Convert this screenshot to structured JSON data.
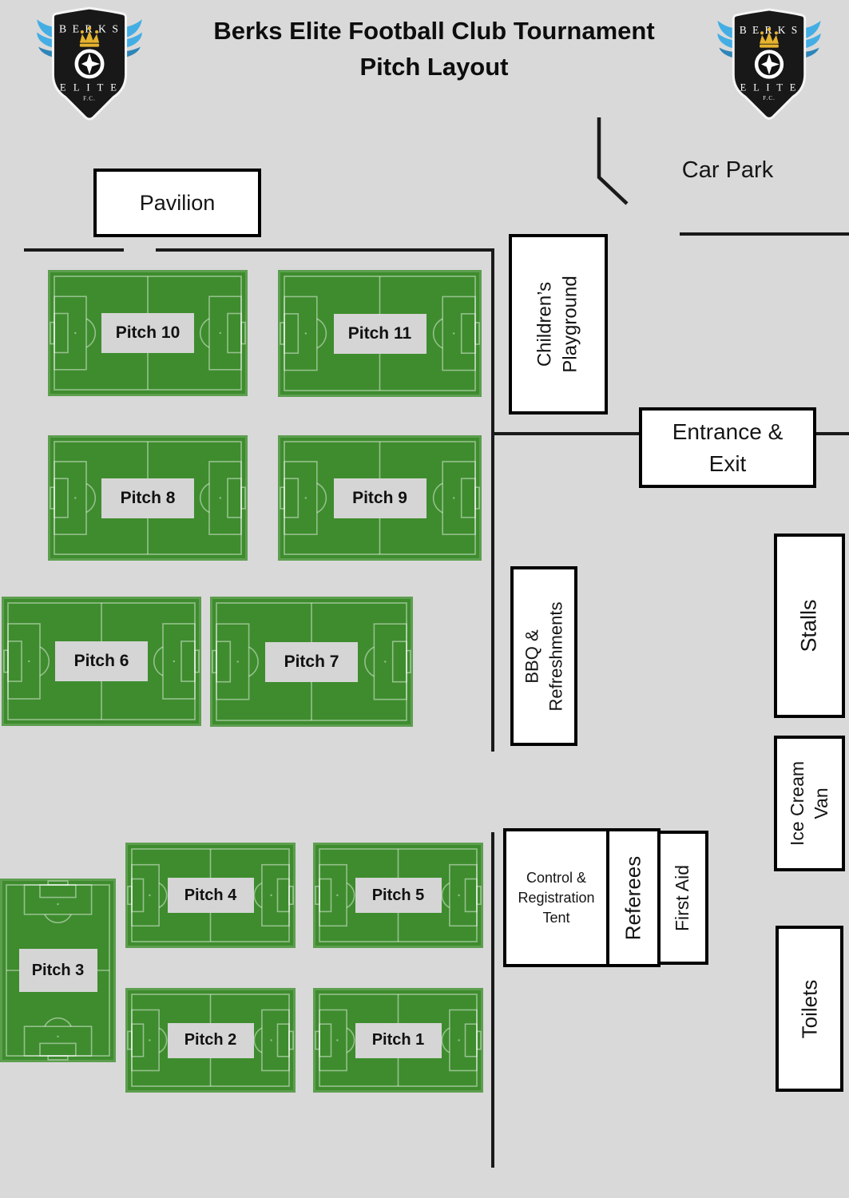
{
  "page": {
    "title_line1": "Berks Elite Football Club Tournament",
    "title_line2": "Pitch Layout"
  },
  "crest": {
    "club_top": "B E R K S",
    "club_middle": "E L I T E",
    "club_bottom": "F.C."
  },
  "areas": {
    "pavilion": "Pavilion",
    "car_park": "Car Park",
    "childrens_playground": [
      "Children’s",
      "Playground"
    ],
    "entrance_exit": [
      "Entrance &",
      "Exit"
    ],
    "bbq_refreshments": [
      "BBQ &",
      "Refreshments"
    ],
    "stalls": "Stalls",
    "ice_cream_van": [
      "Ice Cream",
      "Van"
    ],
    "control_tent": [
      "Control &",
      "Registration",
      "Tent"
    ],
    "referees": "Referees",
    "first_aid": "First Aid",
    "toilets": "Toilets"
  },
  "pitches": [
    {
      "label": "Pitch 1"
    },
    {
      "label": "Pitch 2"
    },
    {
      "label": "Pitch 3"
    },
    {
      "label": "Pitch 4"
    },
    {
      "label": "Pitch 5"
    },
    {
      "label": "Pitch 6"
    },
    {
      "label": "Pitch 7"
    },
    {
      "label": "Pitch 8"
    },
    {
      "label": "Pitch 9"
    },
    {
      "label": "Pitch 10"
    },
    {
      "label": "Pitch 11"
    }
  ],
  "colors": {
    "background": "#d9d9d9",
    "pitch_green": "#3e8c2e",
    "pitch_line": "rgba(255,255,255,0.45)",
    "plaque_gray": "#d5d5d5",
    "path_line": "#1a1a1a",
    "box_border": "#000000",
    "wing_blue": "#44aee4",
    "wing_blue_dark": "#2e85b8",
    "crown_gold": "#e6b32e",
    "shield_black": "#181818"
  }
}
